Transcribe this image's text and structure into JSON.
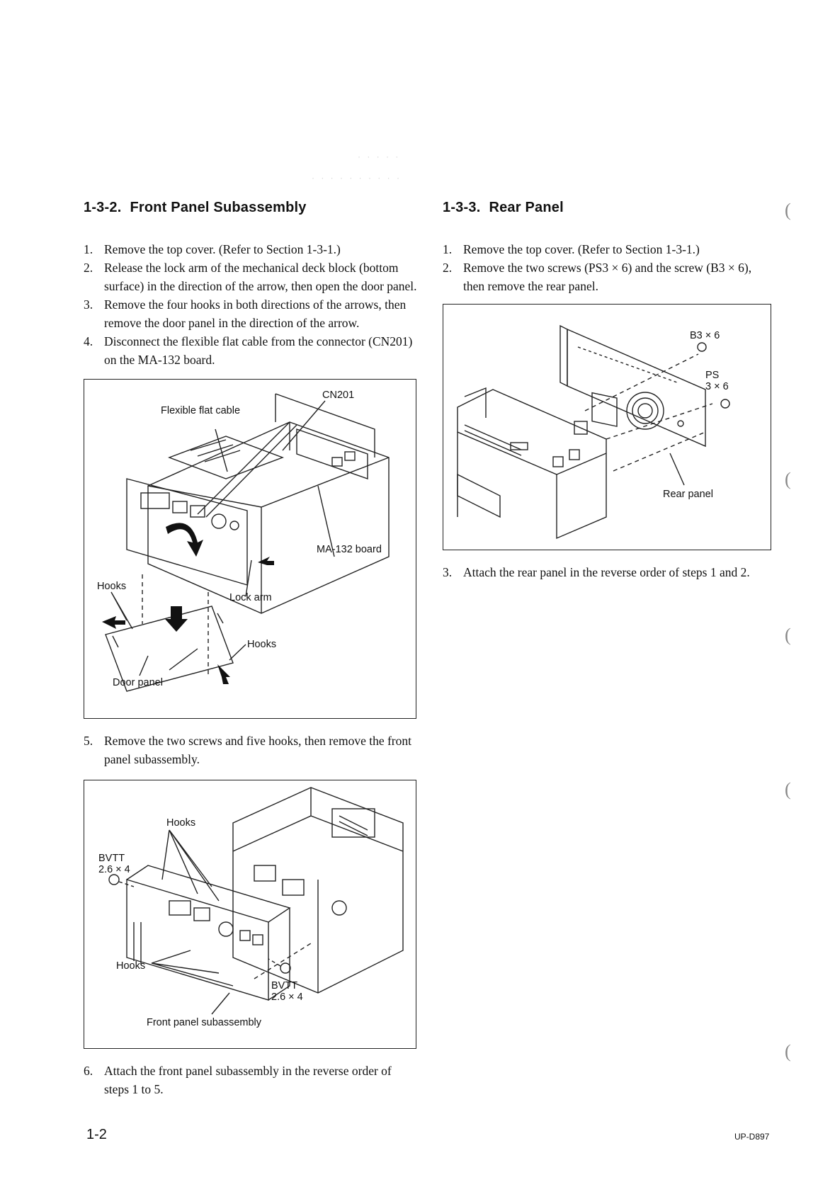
{
  "left": {
    "heading_num": "1-3-2.",
    "heading_title": "Front Panel Subassembly",
    "steps": [
      {
        "n": "1.",
        "text": "Remove the top cover. (Refer to Section 1-3-1.)"
      },
      {
        "n": "2.",
        "text": "Release the lock arm of the mechanical deck block (bottom surface) in the direction of the arrow, then open the door panel."
      },
      {
        "n": "3.",
        "text": "Remove the four hooks in both directions of the arrows, then remove the door panel in the direction of the arrow."
      },
      {
        "n": "4.",
        "text": "Disconnect the flexible flat cable from the connector (CN201) on the MA-132 board."
      }
    ],
    "fig1": {
      "cn201": "CN201",
      "flat_cable": "Flexible flat cable",
      "ma132": "MA-132 board",
      "hooks_left": "Hooks",
      "lock_arm": "Lock arm",
      "hooks_right": "Hooks",
      "door_panel": "Door panel"
    },
    "step5": {
      "n": "5.",
      "text": "Remove the two screws and five hooks, then remove the front panel subassembly."
    },
    "fig2": {
      "hooks_top": "Hooks",
      "bvtt_left_1": "BVTT",
      "bvtt_left_2": "2.6 × 4",
      "hooks_bottom": "Hooks",
      "bvtt_right_1": "BVTT",
      "bvtt_right_2": "2.6 × 4",
      "front_panel": "Front panel subassembly"
    },
    "step6": {
      "n": "6.",
      "text": "Attach the front panel subassembly in the reverse order of steps 1 to 5."
    }
  },
  "right": {
    "heading_num": "1-3-3.",
    "heading_title": "Rear Panel",
    "steps": [
      {
        "n": "1.",
        "text": "Remove the top cover. (Refer to Section 1-3-1.)"
      },
      {
        "n": "2.",
        "text": "Remove the two screws (PS3 × 6) and the screw (B3 × 6), then remove the rear panel."
      }
    ],
    "fig3": {
      "b3": "B3 × 6",
      "ps_1": "PS",
      "ps_2": "3 × 6",
      "rear_panel": "Rear panel"
    },
    "step3": {
      "n": "3.",
      "text": "Attach the rear panel in the reverse order of steps 1 and 2."
    }
  },
  "footer": {
    "page": "1-2",
    "model": "UP-D897"
  }
}
